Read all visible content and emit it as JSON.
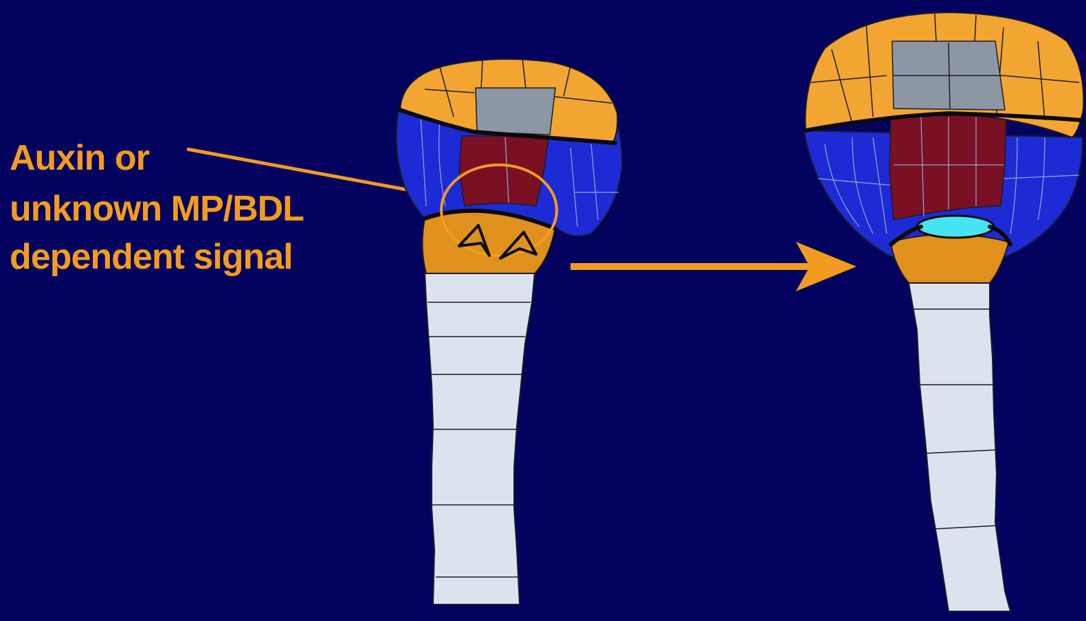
{
  "annotation": {
    "lines": [
      "Auxin or",
      "unknown MP/BDL",
      "dependent signal"
    ]
  },
  "colors": {
    "background": "#03035f",
    "apical_tier": "#f2a531",
    "central_apical": "#8c97a3",
    "protoderm_blue": "#1d2bd6",
    "provascular": "#7a1024",
    "hypophysis": "#e0901c",
    "quiescent_center": "#46e4f2",
    "suspensor": "#dde3ee",
    "signal_orange": "#f29c1f"
  },
  "figures": [
    {
      "name": "embryo-early-stage",
      "has_signal": true
    },
    {
      "name": "embryo-later-stage",
      "has_quiescent_center": true
    }
  ],
  "arrow": {
    "meaning": "developmental progression"
  }
}
